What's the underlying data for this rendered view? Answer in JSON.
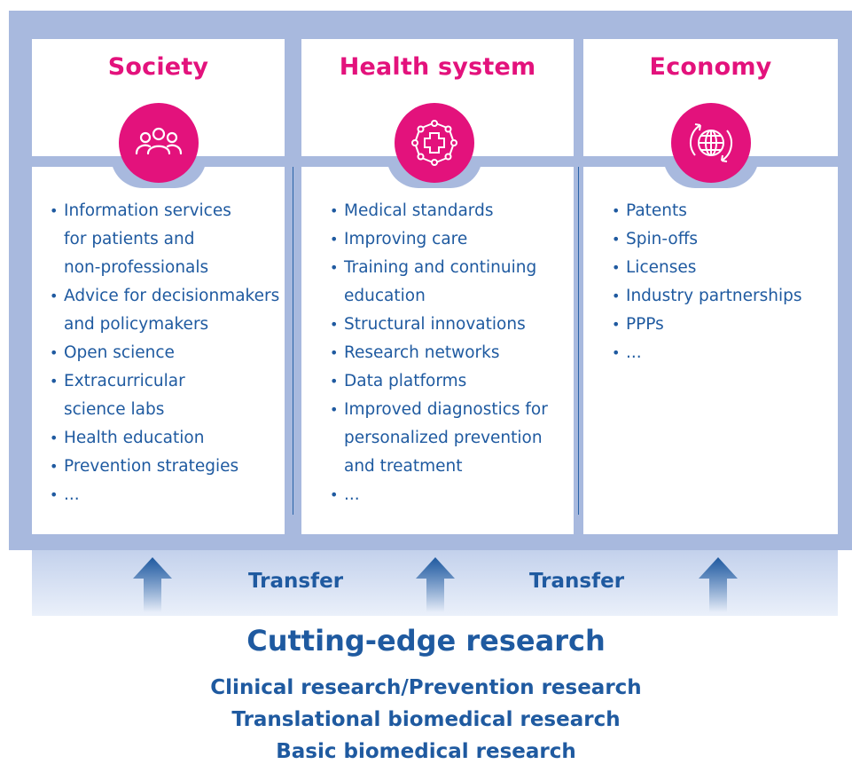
{
  "columns": [
    {
      "title": "Society",
      "icon": "people-icon",
      "items": [
        "Information services\nfor patients and\nnon-professionals",
        "Advice for decisionmakers\nand policymakers",
        "Open science",
        "Extracurricular\nscience labs",
        "Health education",
        "Prevention strategies",
        "..."
      ]
    },
    {
      "title": "Health system",
      "icon": "medical-network-icon",
      "items": [
        "Medical standards",
        "Improving care",
        "Training and continuing\neducation",
        "Structural innovations",
        "Research networks",
        "Data platforms",
        "Improved diagnostics for\npersonalized prevention\nand treatment",
        "..."
      ]
    },
    {
      "title": "Economy",
      "icon": "globe-cycle-icon",
      "items": [
        "Patents",
        "Spin-offs",
        "Licenses",
        "Industry partnerships",
        "PPPs",
        "..."
      ]
    }
  ],
  "transfer": {
    "label_left": "Transfer",
    "label_right": "Transfer"
  },
  "foundation": {
    "title": "Cutting-edge research",
    "lines": [
      "Clinical research/Prevention research",
      "Translational biomedical research",
      "Basic biomedical research"
    ]
  },
  "colors": {
    "accent": "#e3127c",
    "text": "#1f5aa0",
    "frame": "#a8b9de"
  }
}
